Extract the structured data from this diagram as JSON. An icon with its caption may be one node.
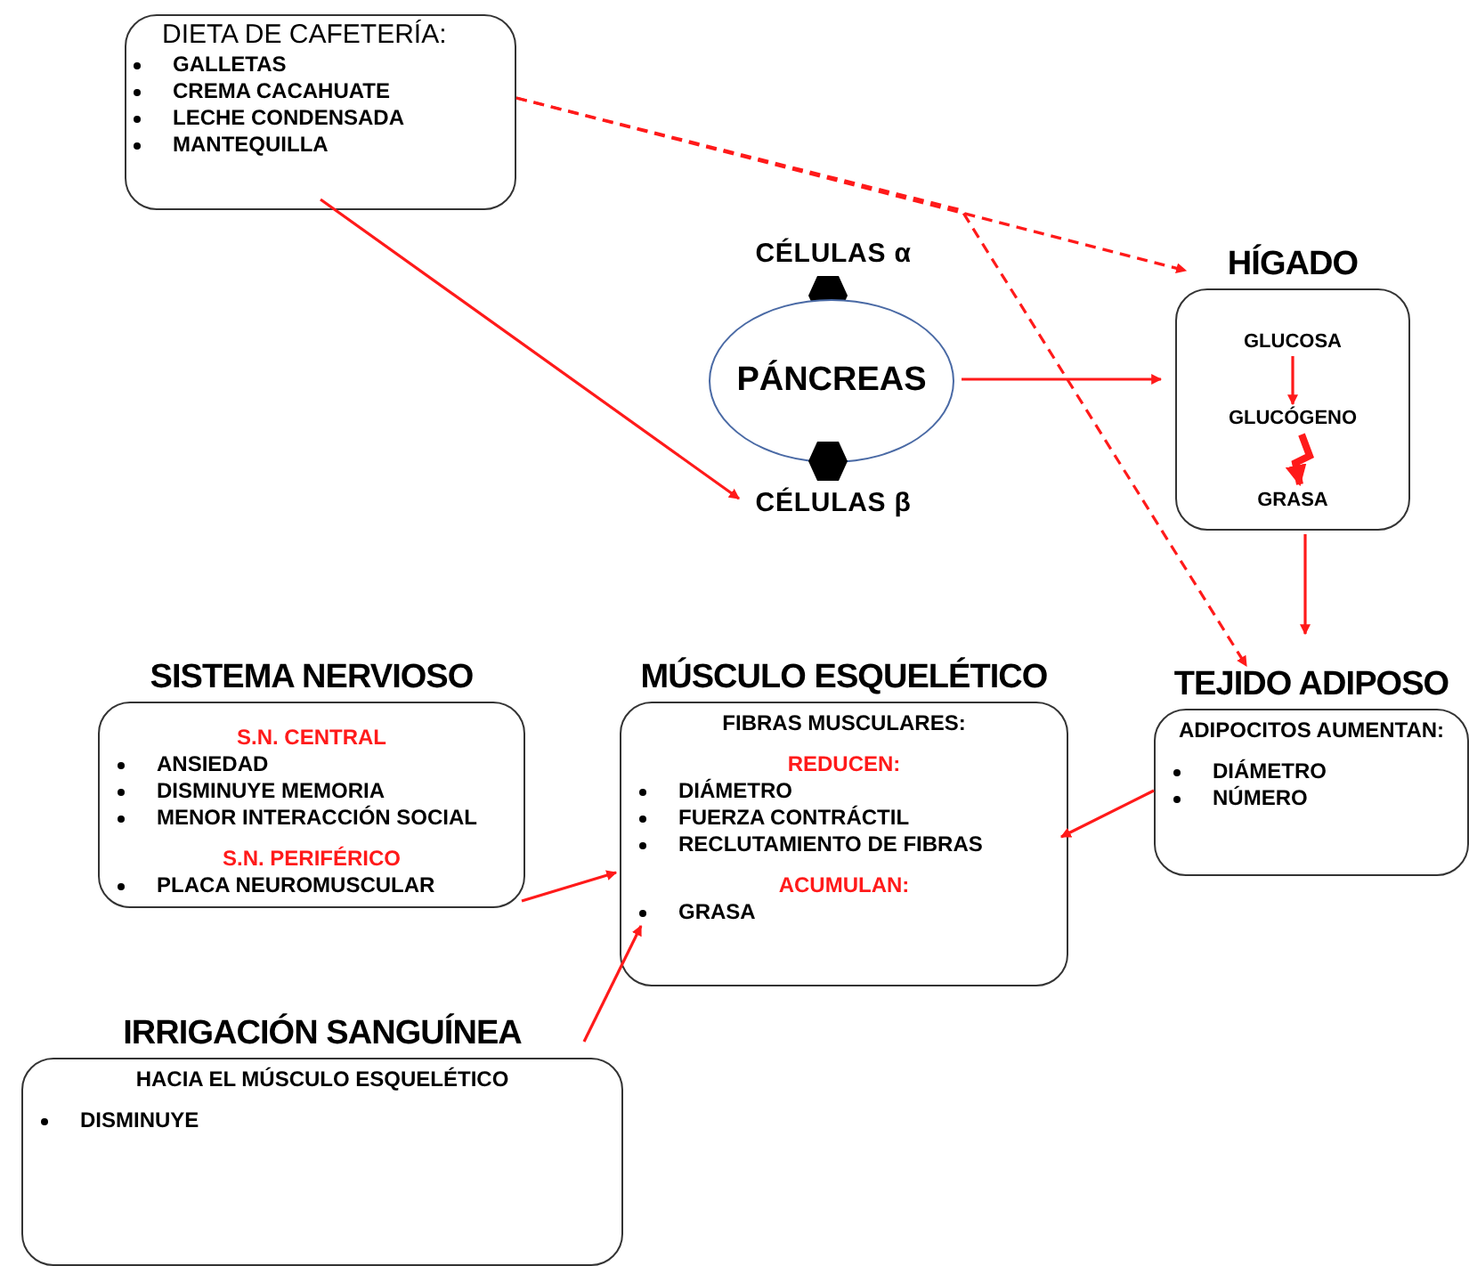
{
  "diagram": {
    "nodes": [
      {
        "text": [
          "DIETA DE CAFETERÍA:",
          "GALLETAS",
          "CREMA CACAHUATE",
          "LECHE CONDENSADA",
          "MANTEQUILLA"
        ]
      },
      {
        "text": [
          "CÉLULAS α"
        ]
      },
      {
        "text": [],
        "shape": "hexagon"
      },
      {
        "text": [
          "PÁNCREAS"
        ]
      },
      {
        "text": [],
        "shape": "hexagon"
      },
      {
        "text": [
          "CÉLULAS β"
        ]
      },
      {
        "text": [
          "HÍGADO"
        ]
      },
      {
        "text": [
          "GLUCOSA"
        ],
        "in": 6
      },
      {
        "text": [
          "GLUCÓGENO"
        ],
        "in": 6
      },
      {
        "text": [
          "GRASA"
        ],
        "in": 6
      },
      {
        "text": [
          "SISTEMA NERVIOSO",
          "S.N. CENTRAL",
          "ANSIEDAD",
          "DISMINUYE MEMORIA",
          "MENOR INTERACCIÓN SOCIAL",
          "S.N. PERIFÉRICO",
          "PLACA NEUROMUSCULAR"
        ]
      },
      {
        "text": [
          "MÚSCULO ESQUELÉTICO",
          "FIBRAS MUSCULARES:",
          "REDUCEN:",
          "DIÁMETRO",
          "FUERZA CONTRÁCTIL",
          "RECLUTAMIENTO DE FIBRAS",
          "ACUMULAN:",
          "GRASA"
        ]
      },
      {
        "text": [
          "TEJIDO ADIPOSO",
          "ADIPOCITOS AUMENTAN:",
          "DIÁMETRO",
          "NÚMERO"
        ]
      },
      {
        "text": [
          "IRRIGACIÓN SANGUÍNEA",
          "HACIA EL MÚSCULO ESQUELÉTICO",
          "DISMINUYE"
        ]
      }
    ],
    "edges": [
      {
        "from": 0,
        "to": 6,
        "arrow": "to",
        "style": "dashed"
      },
      {
        "from": 0,
        "to": 12,
        "arrow": "to",
        "style": "dashed"
      },
      {
        "from": 0,
        "to": 5,
        "arrow": "to"
      },
      {
        "from": 3,
        "to": 6,
        "arrow": "to"
      },
      {
        "from": 6,
        "to": 12,
        "arrow": "to"
      },
      {
        "from": 12,
        "to": 11,
        "arrow": "to"
      },
      {
        "from": 10,
        "to": 11,
        "arrow": "to"
      },
      {
        "from": 13,
        "to": 11,
        "arrow": "to"
      },
      {
        "from": 7,
        "to": 8,
        "arrow": "to"
      },
      {
        "from": 8,
        "to": 9,
        "arrow": "to",
        "style": "thick"
      }
    ]
  }
}
